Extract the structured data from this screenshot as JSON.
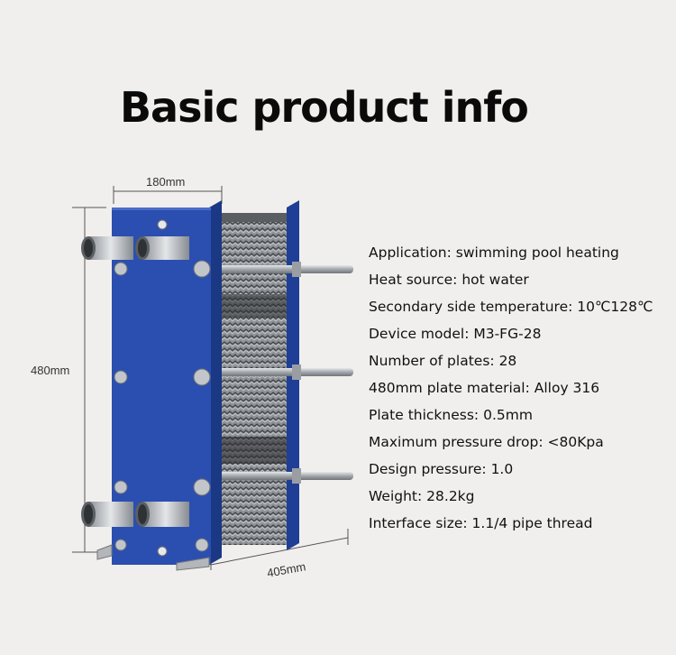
{
  "title": "Basic product info",
  "dimensions": {
    "width": "180mm",
    "height": "480mm",
    "depth": "405mm"
  },
  "specs": [
    {
      "label": "Application:",
      "value": "swimming pool heating"
    },
    {
      "label": "Heat source:",
      "value": "hot water"
    },
    {
      "label": "Secondary side temperature:",
      "value": "10℃128℃"
    },
    {
      "label": "Device model:",
      "value": "M3-FG-28"
    },
    {
      "label": "Number of plates:",
      "value": "28"
    },
    {
      "label": "480mm plate material:",
      "value": "Alloy 316"
    },
    {
      "label": "Plate thickness:",
      "value": "0.5mm"
    },
    {
      "label": "Maximum pressure drop:",
      "value": "<80Kpa"
    },
    {
      "label": "Design pressure:",
      "value": "1.0"
    },
    {
      "label": "Weight:",
      "value": "28.2kg"
    },
    {
      "label": "Interface size:",
      "value": "1.1/4 pipe thread"
    }
  ],
  "colors": {
    "background": "#f1efed",
    "frame": "#2b4fb0",
    "steel": "#b9bcc0"
  }
}
